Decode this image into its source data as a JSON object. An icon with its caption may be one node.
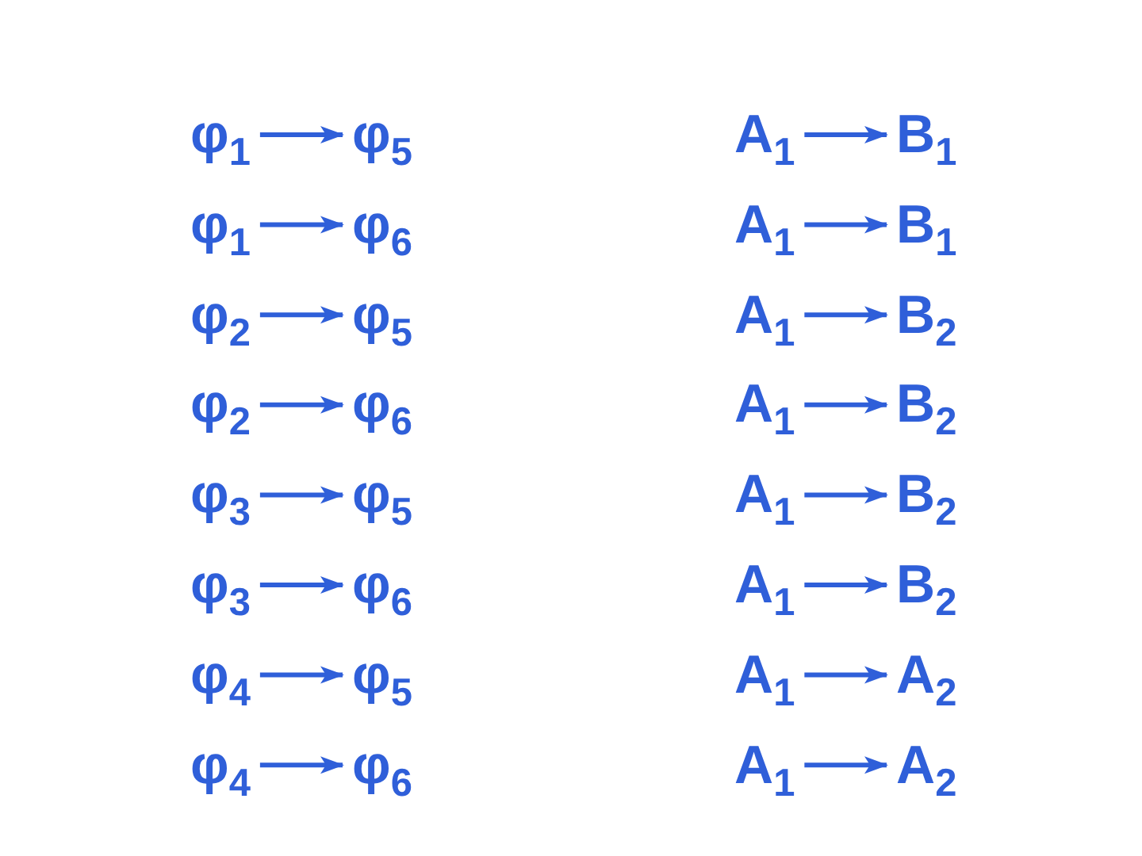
{
  "diagram": {
    "nodes": [
      {
        "text": [
          "φ$_{1}$"
        ]
      },
      {
        "text": [
          "φ$_{5}$"
        ]
      },
      {
        "text": [
          "A$_{1}$"
        ]
      },
      {
        "text": [
          "B$_{1}$"
        ]
      },
      {
        "text": [
          "φ$_{1}$"
        ]
      },
      {
        "text": [
          "φ$_{6}$"
        ]
      },
      {
        "text": [
          "A$_{1}$"
        ]
      },
      {
        "text": [
          "B$_{1}$"
        ]
      },
      {
        "text": [
          "φ$_{2}$"
        ]
      },
      {
        "text": [
          "φ$_{5}$"
        ]
      },
      {
        "text": [
          "A$_{1}$"
        ]
      },
      {
        "text": [
          "B$_{2}$"
        ]
      },
      {
        "text": [
          "φ$_{2}$"
        ]
      },
      {
        "text": [
          "φ$_{6}$"
        ]
      },
      {
        "text": [
          "A$_{1}$"
        ]
      },
      {
        "text": [
          "B$_{2}$"
        ]
      },
      {
        "text": [
          "φ$_{3}$"
        ]
      },
      {
        "text": [
          "φ$_{5}$"
        ]
      },
      {
        "text": [
          "A$_{1}$"
        ]
      },
      {
        "text": [
          "B$_{2}$"
        ]
      },
      {
        "text": [
          "φ$_{3}$"
        ]
      },
      {
        "text": [
          "φ$_{6}$"
        ]
      },
      {
        "text": [
          "A$_{1}$"
        ]
      },
      {
        "text": [
          "B$_{2}$"
        ]
      },
      {
        "text": [
          "φ$_{4}$"
        ]
      },
      {
        "text": [
          "φ$_{5}$"
        ]
      },
      {
        "text": [
          "A$_{1}$"
        ]
      },
      {
        "text": [
          "A$_{2}$"
        ]
      },
      {
        "text": [
          "φ$_{4}$"
        ]
      },
      {
        "text": [
          "φ$_{6}$"
        ]
      },
      {
        "text": [
          "A$_{1}$"
        ]
      },
      {
        "text": [
          "A$_{2}$"
        ]
      }
    ],
    "edges": [
      {
        "from": 0,
        "to": 1,
        "arrow": "to"
      },
      {
        "from": 2,
        "to": 3,
        "arrow": "to"
      },
      {
        "from": 4,
        "to": 5,
        "arrow": "to"
      },
      {
        "from": 6,
        "to": 7,
        "arrow": "to"
      },
      {
        "from": 8,
        "to": 9,
        "arrow": "to"
      },
      {
        "from": 10,
        "to": 11,
        "arrow": "to"
      },
      {
        "from": 12,
        "to": 13,
        "arrow": "to"
      },
      {
        "from": 14,
        "to": 15,
        "arrow": "to"
      },
      {
        "from": 16,
        "to": 17,
        "arrow": "to"
      },
      {
        "from": 18,
        "to": 19,
        "arrow": "to"
      },
      {
        "from": 20,
        "to": 21,
        "arrow": "to"
      },
      {
        "from": 22,
        "to": 23,
        "arrow": "to"
      },
      {
        "from": 24,
        "to": 25,
        "arrow": "to"
      },
      {
        "from": 26,
        "to": 27,
        "arrow": "to"
      },
      {
        "from": 28,
        "to": 29,
        "arrow": "to"
      },
      {
        "from": 30,
        "to": 31,
        "arrow": "to"
      }
    ]
  }
}
